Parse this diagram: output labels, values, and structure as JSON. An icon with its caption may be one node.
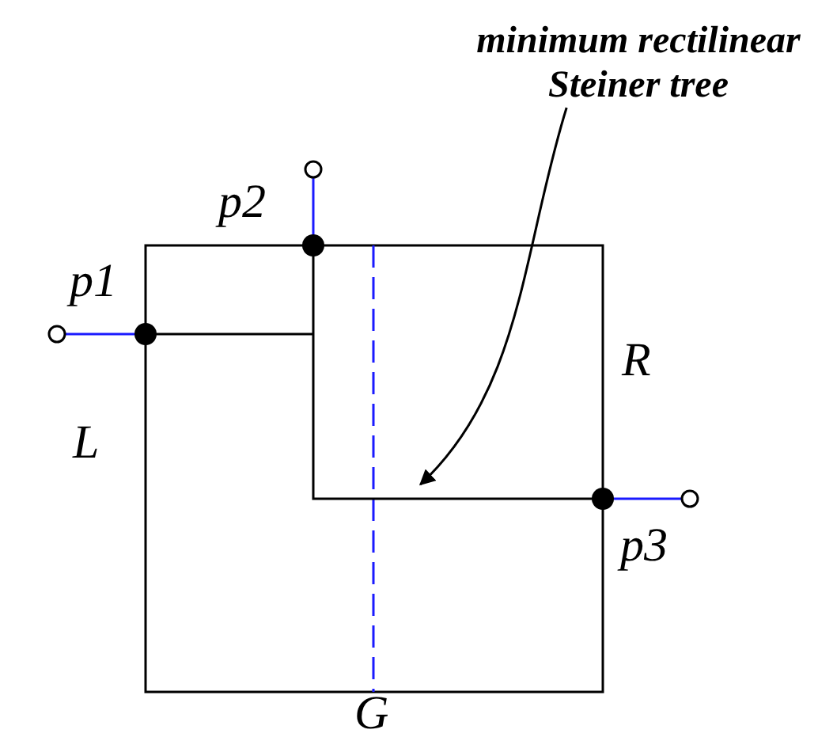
{
  "diagram": {
    "nodes": [
      {
        "text": [
          "minimum rectilinear Steiner tree"
        ]
      },
      {
        "text": [],
        "shape": "line"
      }
    ],
    "edges": [
      {
        "from": 0,
        "to": 1,
        "arrow": "to"
      }
    ],
    "labels": [
      "p2",
      "p1",
      "R",
      "L",
      "p3",
      "G"
    ]
  }
}
